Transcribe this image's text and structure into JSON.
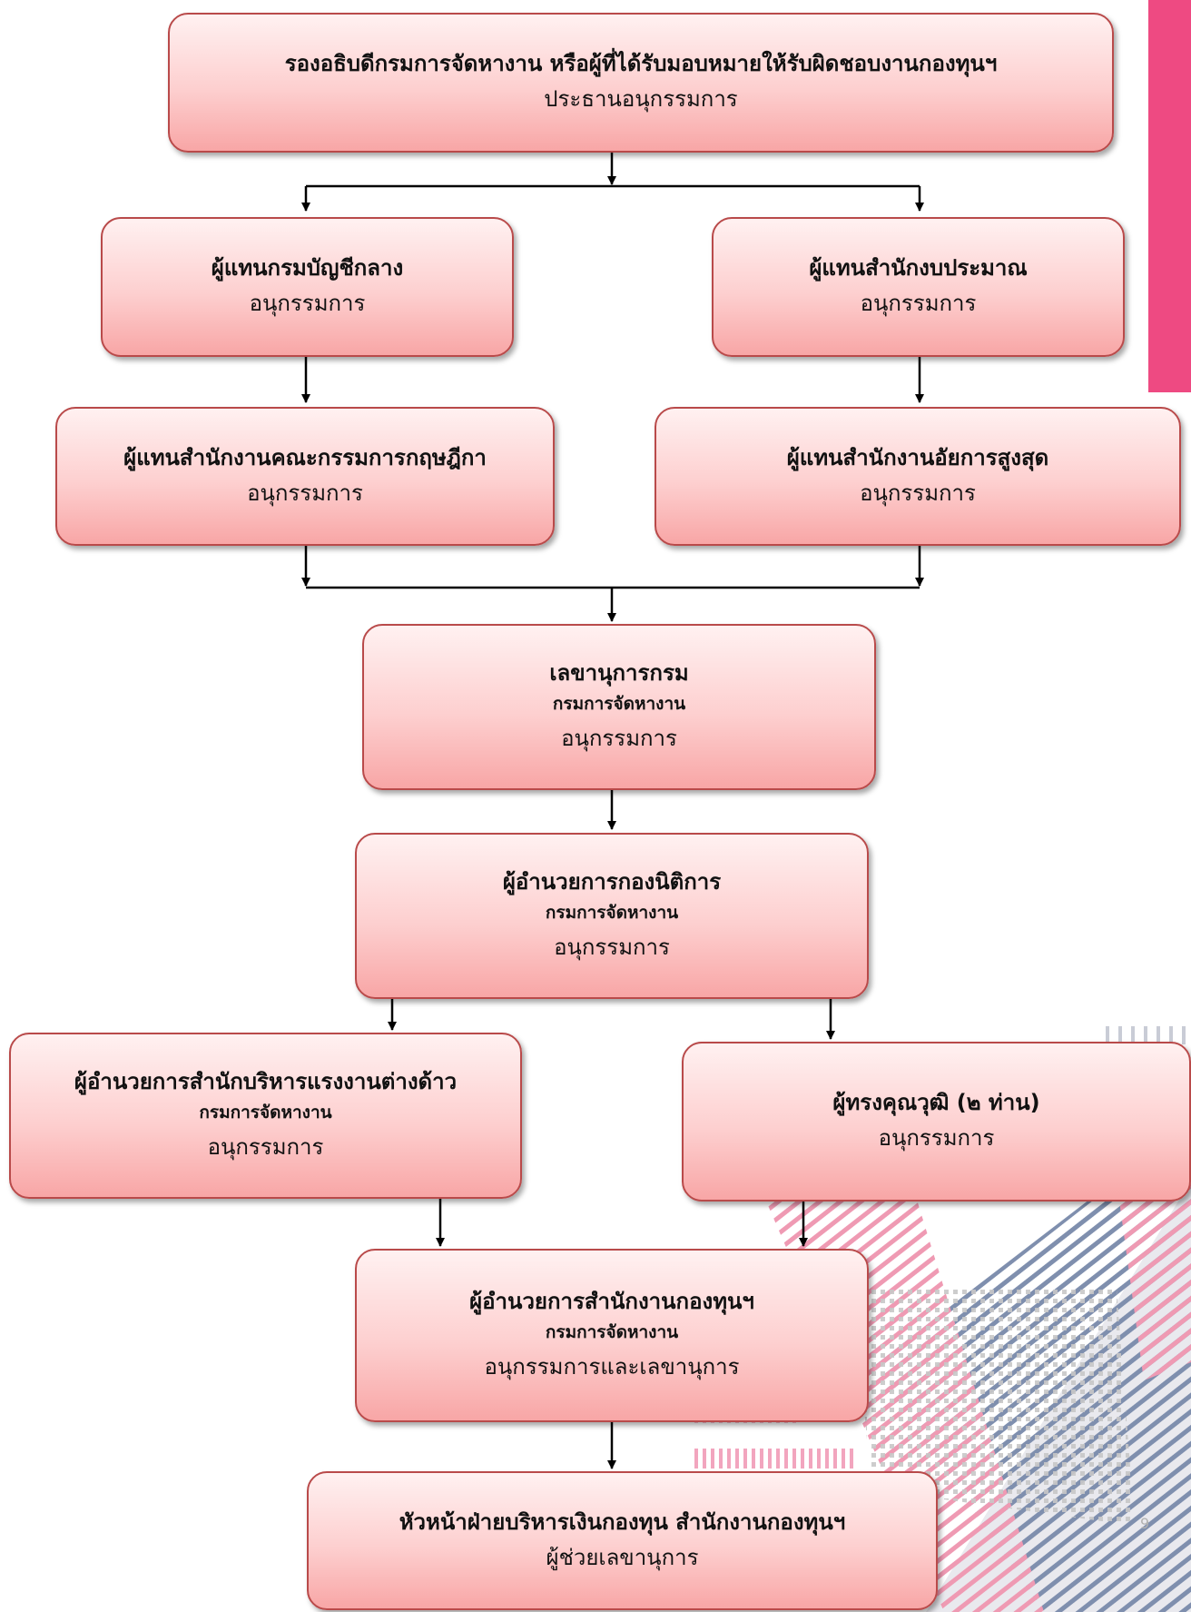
{
  "colors": {
    "box_border": "#b94a4a",
    "box_fill_top": "#fff1f1",
    "box_fill_bottom": "#f8a6a6",
    "side_accent": "#ee4a82",
    "connector": "#000000"
  },
  "nodes": {
    "chairman": {
      "title": "รองอธิบดีกรมการจัดหางาน หรือผู้ที่ได้รับมอบหมายให้รับผิดชอบงานกองทุนฯ",
      "role": "ประธานอนุกรรมการ"
    },
    "comptroller": {
      "title": "ผู้แทนกรมบัญชีกลาง",
      "role": "อนุกรรมการ"
    },
    "budget_bureau": {
      "title": "ผู้แทนสำนักงบประมาณ",
      "role": "อนุกรรมการ"
    },
    "council_of_state": {
      "title": "ผู้แทนสำนักงานคณะกรรมการกฤษฎีกา",
      "role": "อนุกรรมการ"
    },
    "attorney_general": {
      "title": "ผู้แทนสำนักงานอัยการสูงสุด",
      "role": "อนุกรรมการ"
    },
    "dept_secretary": {
      "title": "เลขานุการกรม",
      "org": "กรมการจัดหางาน",
      "role": "อนุกรรมการ"
    },
    "legal_director": {
      "title": "ผู้อำนวยการกองนิติการ",
      "org": "กรมการจัดหางาน",
      "role": "อนุกรรมการ"
    },
    "foreign_workers_director": {
      "title": "ผู้อำนวยการสำนักบริหารแรงงานต่างด้าว",
      "org": "กรมการจัดหางาน",
      "role": "อนุกรรมการ"
    },
    "experts": {
      "title": "ผู้ทรงคุณวุฒิ (๒ ท่าน)",
      "role": "อนุกรรมการ"
    },
    "fund_office_director": {
      "title": "ผู้อำนวยการสำนักงานกองทุนฯ",
      "org": "กรมการจัดหางาน",
      "role": "อนุกรรมการและเลขานุการ"
    },
    "fund_finance_head": {
      "title": "หัวหน้าฝ่ายบริหารเงินกองทุน สำนักงานกองทุนฯ",
      "role": "ผู้ช่วยเลขานุการ"
    }
  },
  "page_number": "9"
}
